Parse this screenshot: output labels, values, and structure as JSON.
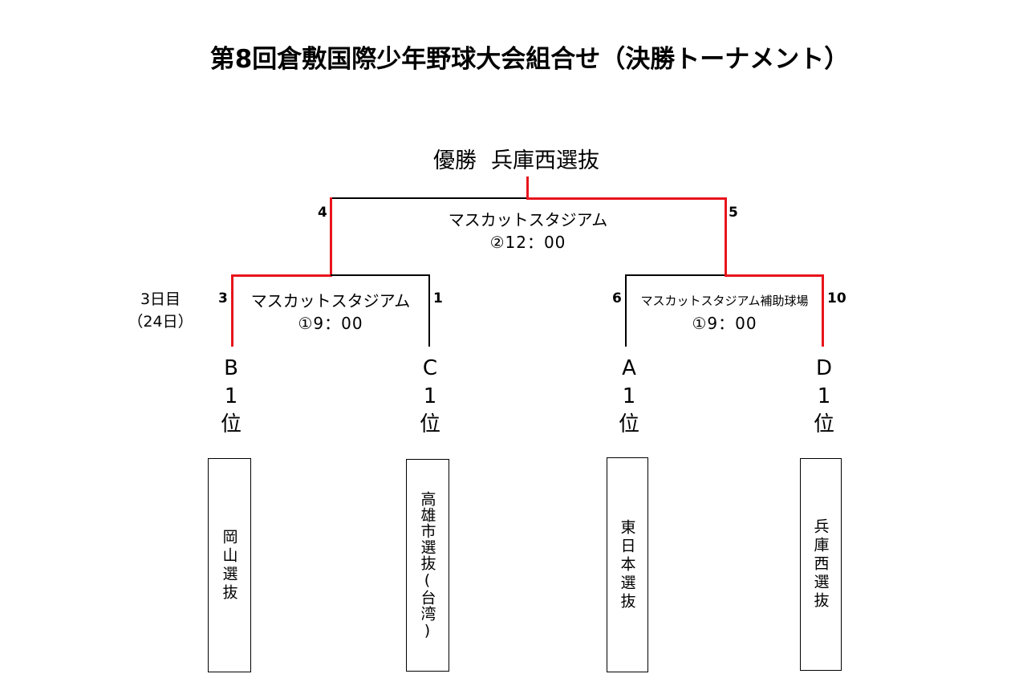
{
  "title": "第8回倉敷国際少年野球大会組合せ（決勝トーナメント）",
  "champion": {
    "label": "優勝",
    "team": "兵庫西選抜"
  },
  "day_note": {
    "line1": "3日目",
    "line2": "（24日）"
  },
  "final": {
    "venue": "マスカットスタジアム",
    "time": "②12：00",
    "score_left": "4",
    "score_right": "5"
  },
  "semis": [
    {
      "venue": "マスカットスタジアム",
      "time": "①9：00",
      "score_left": "3",
      "score_right": "1"
    },
    {
      "venue": "マスカットスタジアム補助球場",
      "time": "①9：00",
      "score_left": "6",
      "score_right": "10"
    }
  ],
  "seeds": [
    {
      "group": "B",
      "rank": "1",
      "suffix": "位",
      "team": "岡山選抜"
    },
    {
      "group": "C",
      "rank": "1",
      "suffix": "位",
      "team": "高雄市選抜(台湾)"
    },
    {
      "group": "A",
      "rank": "1",
      "suffix": "位",
      "team": "東日本選抜"
    },
    {
      "group": "D",
      "rank": "1",
      "suffix": "位",
      "team": "兵庫西選抜"
    }
  ],
  "colors": {
    "winner_line": "#e8141c",
    "bracket_line": "#000000"
  }
}
